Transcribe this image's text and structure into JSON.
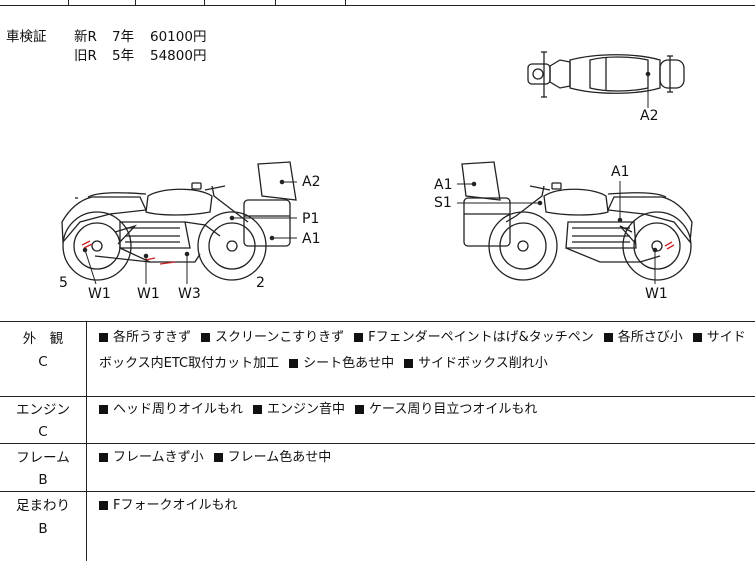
{
  "inspection": {
    "label": "車検証",
    "new_r": {
      "label": "新R",
      "years": "7年",
      "price": "60100円"
    },
    "old_r": {
      "label": "旧R",
      "years": "5年",
      "price": "54800円"
    }
  },
  "diagram_labels": {
    "top_a2": "A2",
    "left": {
      "a2": "A2",
      "p1": "P1",
      "a1": "A1",
      "num5": "5",
      "num2": "2",
      "w1a": "W1",
      "w1b": "W1",
      "w3": "W3"
    },
    "right": {
      "a1_box": "A1",
      "s1": "S1",
      "a1_tank": "A1",
      "w1": "W1"
    }
  },
  "sections": [
    {
      "title": "外　観",
      "grade": "C",
      "items": [
        "各所うすきず",
        "スクリーンこすりきず",
        "Fフェンダーペイントはげ&タッチペン",
        "各所さび小",
        "サイドボックス内ETC取付カット加工",
        "シート色あせ中",
        "サイドボックス削れ小"
      ]
    },
    {
      "title": "エンジン",
      "grade": "C",
      "items": [
        "ヘッド周りオイルもれ",
        "エンジン音中",
        "ケース周り目立つオイルもれ"
      ]
    },
    {
      "title": "フレーム",
      "grade": "B",
      "items": [
        "フレームきず小",
        "フレーム色あせ中"
      ]
    },
    {
      "title": "足まわり",
      "grade": "B",
      "items": [
        "Fフォークオイルもれ"
      ]
    }
  ]
}
